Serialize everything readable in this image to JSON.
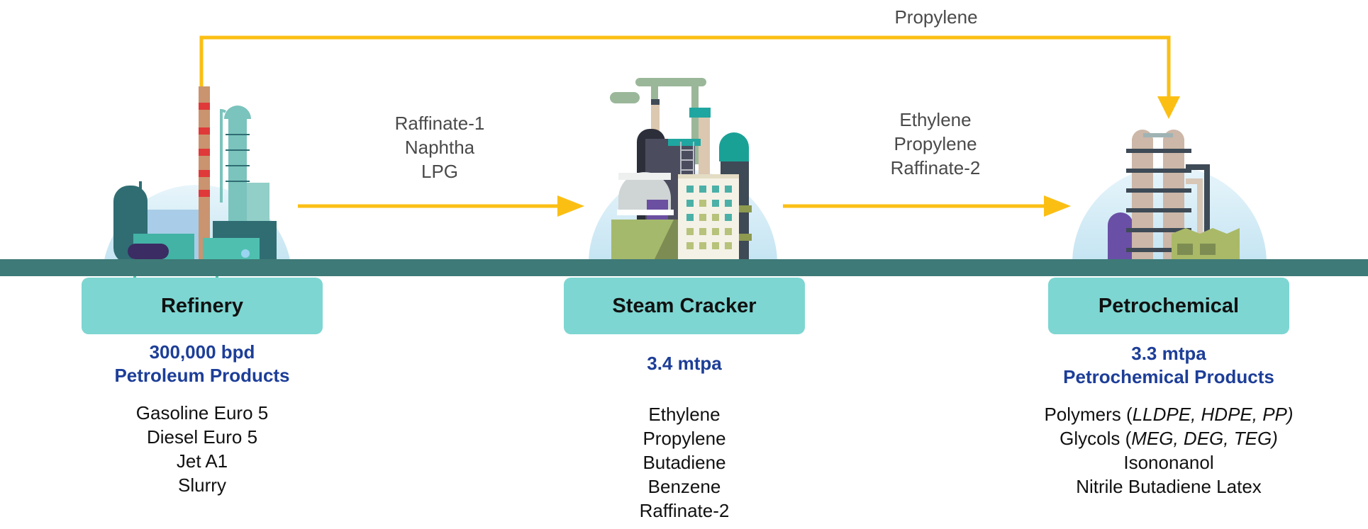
{
  "top_flow": {
    "label": "Propylene"
  },
  "flow_refinery_to_cracker": {
    "lines": [
      "Raffinate-1",
      "Naphtha",
      "LPG"
    ]
  },
  "flow_cracker_to_petrochem": {
    "lines": [
      "Ethylene",
      "Propylene",
      "Raffinate-2"
    ]
  },
  "stages": [
    {
      "name": "Refinery",
      "capacity": [
        "300,000 bpd",
        "Petroleum Products"
      ],
      "products": [
        "Gasoline Euro 5",
        "Diesel Euro 5",
        "Jet A1",
        "Slurry"
      ]
    },
    {
      "name": "Steam Cracker",
      "capacity": [
        "3.4 mtpa"
      ],
      "products": [
        "Ethylene",
        "Propylene",
        "Butadiene",
        "Benzene",
        "Raffinate-2"
      ]
    },
    {
      "name": "Petrochemical",
      "capacity": [
        "3.3 mtpa",
        "Petrochemical Products"
      ],
      "products": [
        {
          "prefix": "Polymers (",
          "italic": "LLDPE, HDPE, PP)"
        },
        {
          "prefix": "Glycols (",
          "italic": "MEG, DEG, TEG)"
        },
        "Isononanol",
        "Nitrile Butadiene Latex"
      ]
    }
  ],
  "colors": {
    "arrow": "#fbbf14",
    "ground": "#3e7a77",
    "stage_box": "#7dd6d2",
    "capacity_text": "#1d3e98",
    "dome": "#d4ecf6"
  },
  "icons": [
    "refinery-illustration",
    "steam-cracker-illustration",
    "petrochemical-plant-illustration"
  ]
}
